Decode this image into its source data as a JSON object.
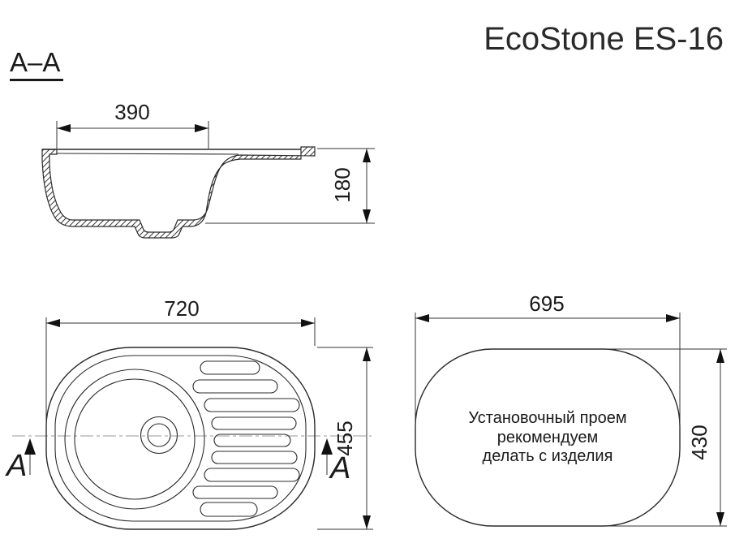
{
  "header": {
    "title": "EcoStone ES-16",
    "section_label": "A–A"
  },
  "colors": {
    "line": "#2b2b2b",
    "dimension": "#1a1a1a",
    "centerline": "#9a9a9a",
    "background": "#ffffff"
  },
  "section_view": {
    "label": "Section A-A cross profile",
    "dimensions": {
      "bowl_top_width_mm": "390",
      "bowl_depth_mm": "180"
    }
  },
  "plan_view": {
    "label": "Sink top view",
    "dimensions": {
      "overall_length_mm": "720",
      "overall_width_mm": "455"
    },
    "section_marker_label": "A"
  },
  "cutout_view": {
    "label": "Installation opening",
    "dimensions": {
      "opening_length_mm": "695",
      "opening_width_mm": "430"
    },
    "note_lines": [
      "Установочный проем",
      "рекомендуем",
      "делать с изделия"
    ]
  }
}
